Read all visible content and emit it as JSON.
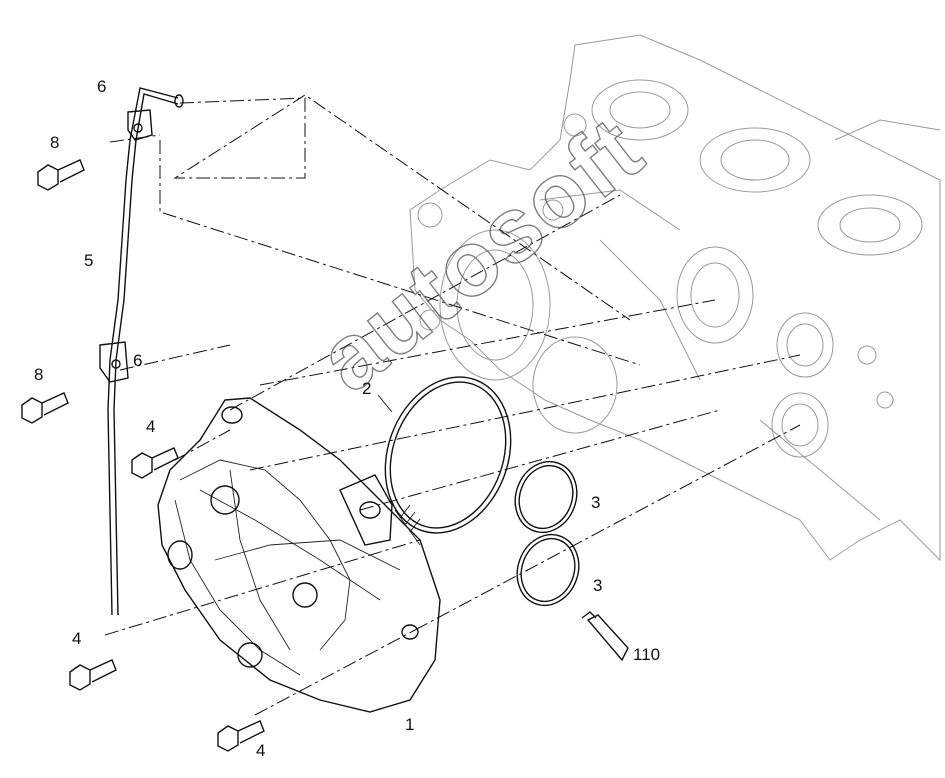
{
  "callouts": {
    "c6_top": "6",
    "c8_top": "8",
    "c5": "5",
    "c8_mid": "8",
    "c6_mid": "6",
    "c4_left": "4",
    "c2": "2",
    "c3_top": "3",
    "c3_bot": "3",
    "c4_low": "4",
    "c110": "110",
    "c1": "1",
    "c4_bottom": "4"
  },
  "watermark": "autosoft",
  "colors": {
    "line": "#111111",
    "ghost_engine": "#9a9a9a",
    "background": "#ffffff"
  }
}
